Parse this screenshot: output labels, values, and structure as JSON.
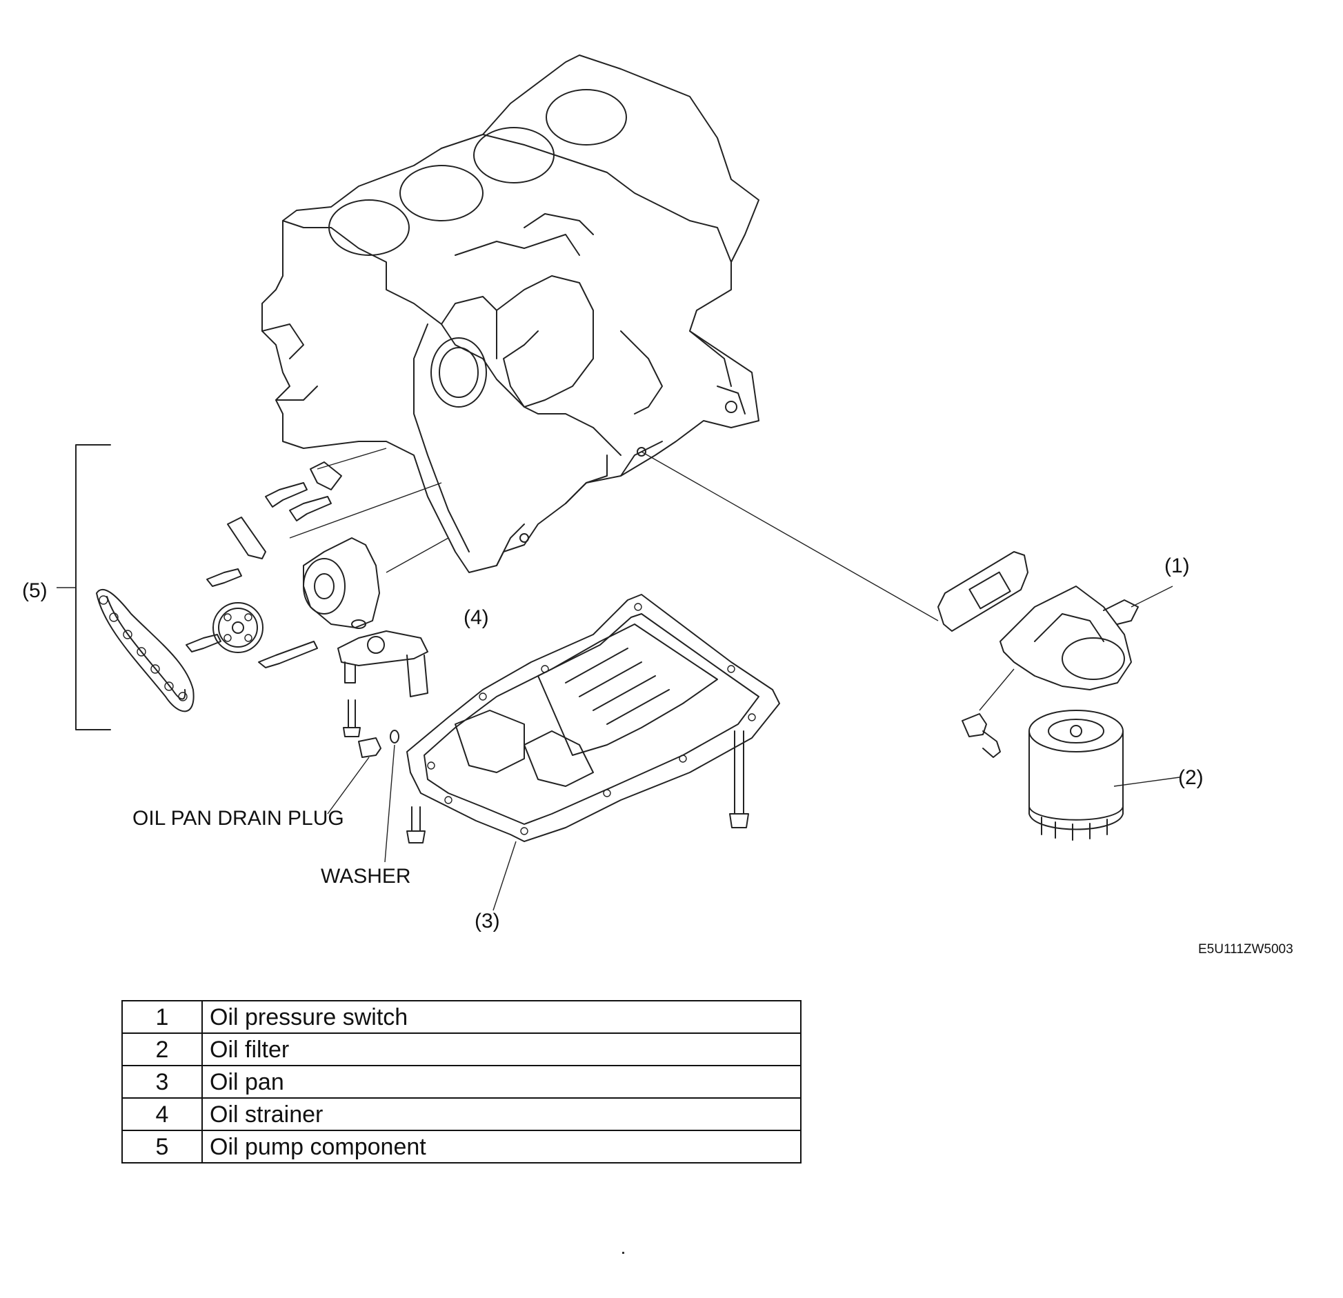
{
  "callouts": {
    "c1": "(1)",
    "c2": "(2)",
    "c3": "(3)",
    "c4": "(4)",
    "c5": "(5)",
    "drain_plug": "OIL PAN DRAIN PLUG",
    "washer": "WASHER"
  },
  "figure_code": "E5U111ZW5003",
  "parts": [
    {
      "num": "1",
      "name": "Oil pressure switch"
    },
    {
      "num": "2",
      "name": "Oil filter"
    },
    {
      "num": "3",
      "name": "Oil pan"
    },
    {
      "num": "4",
      "name": "Oil strainer"
    },
    {
      "num": "5",
      "name": "Oil pump component"
    }
  ]
}
